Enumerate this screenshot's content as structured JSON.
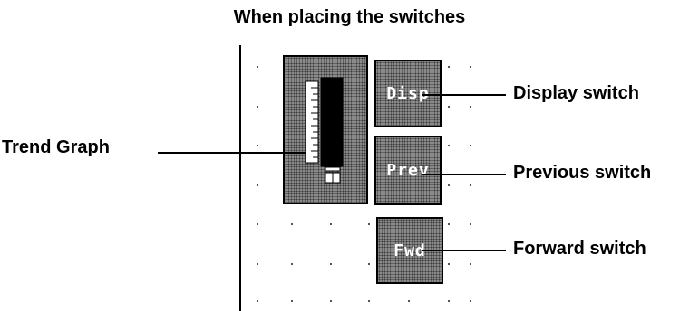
{
  "title": "When placing the switches",
  "callouts": {
    "trend_graph": "Trend Graph",
    "display_switch": "Display switch",
    "previous_switch": "Previous switch",
    "forward_switch": "Forward switch"
  },
  "switches": {
    "disp": "Disp",
    "prev": "Prev",
    "fwd": "Fwd"
  }
}
